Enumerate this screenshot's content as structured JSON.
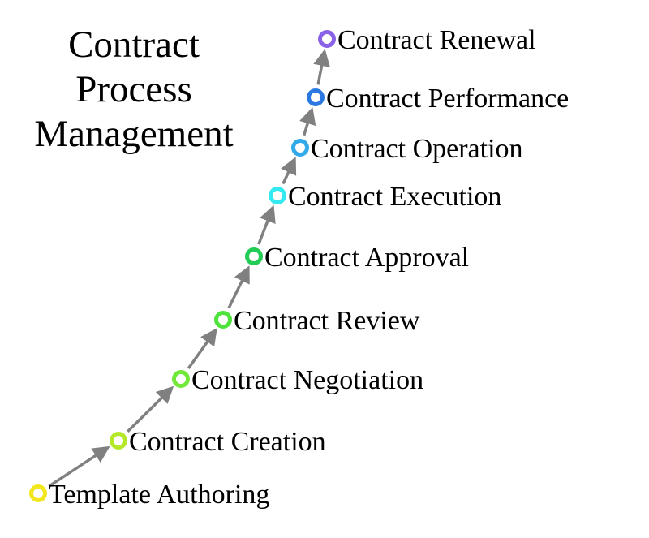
{
  "title": {
    "lines": [
      "Contract",
      "Process",
      "Management"
    ]
  },
  "steps": [
    {
      "label": "Template Authoring",
      "color": "#f2e61c"
    },
    {
      "label": "Contract Creation",
      "color": "#b6e82a"
    },
    {
      "label": "Contract Negotiation",
      "color": "#72e83a"
    },
    {
      "label": "Contract Review",
      "color": "#4ee43c"
    },
    {
      "label": "Contract Approval",
      "color": "#22cc55"
    },
    {
      "label": "Contract Execution",
      "color": "#33eaf0"
    },
    {
      "label": "Contract Operation",
      "color": "#32aaea"
    },
    {
      "label": "Contract Performance",
      "color": "#2a78e0"
    },
    {
      "label": "Contract Renewal",
      "color": "#8a62e8"
    }
  ],
  "arrow_color": "#808080"
}
